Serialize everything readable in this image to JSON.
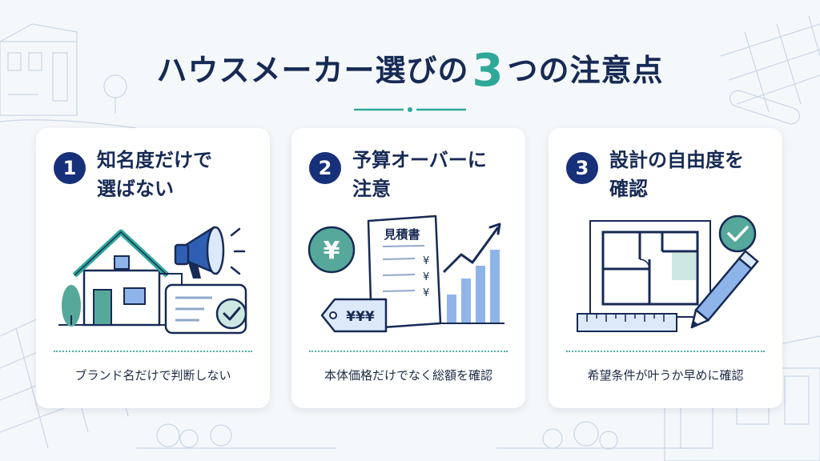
{
  "title": {
    "prefix": "ハウスメーカー選びの",
    "number": "3",
    "suffix": "つの注意点"
  },
  "cards": [
    {
      "number": "1",
      "heading": [
        "知名度だけで",
        "選ばない"
      ],
      "caption": "ブランド名だけで判断しない",
      "icon": "house-megaphone-check-icon"
    },
    {
      "number": "2",
      "heading": [
        "予算オーバーに",
        "注意"
      ],
      "caption": "本体価格だけでなく総額を確認",
      "icon": "estimate-price-chart-icon"
    },
    {
      "number": "3",
      "heading": [
        "設計の自由度を",
        "確認"
      ],
      "caption": "希望条件が叶うか早めに確認",
      "icon": "floorplan-pencil-check-icon"
    }
  ],
  "illustration": {
    "estimate_title": "見積書",
    "yen": "¥",
    "price_tag": "¥¥¥"
  },
  "colors": {
    "navy": "#172a55",
    "teal": "#2fa89a",
    "blue": "#8fb4ea",
    "mint": "#cde8e3",
    "background": "#f5f8fb"
  }
}
